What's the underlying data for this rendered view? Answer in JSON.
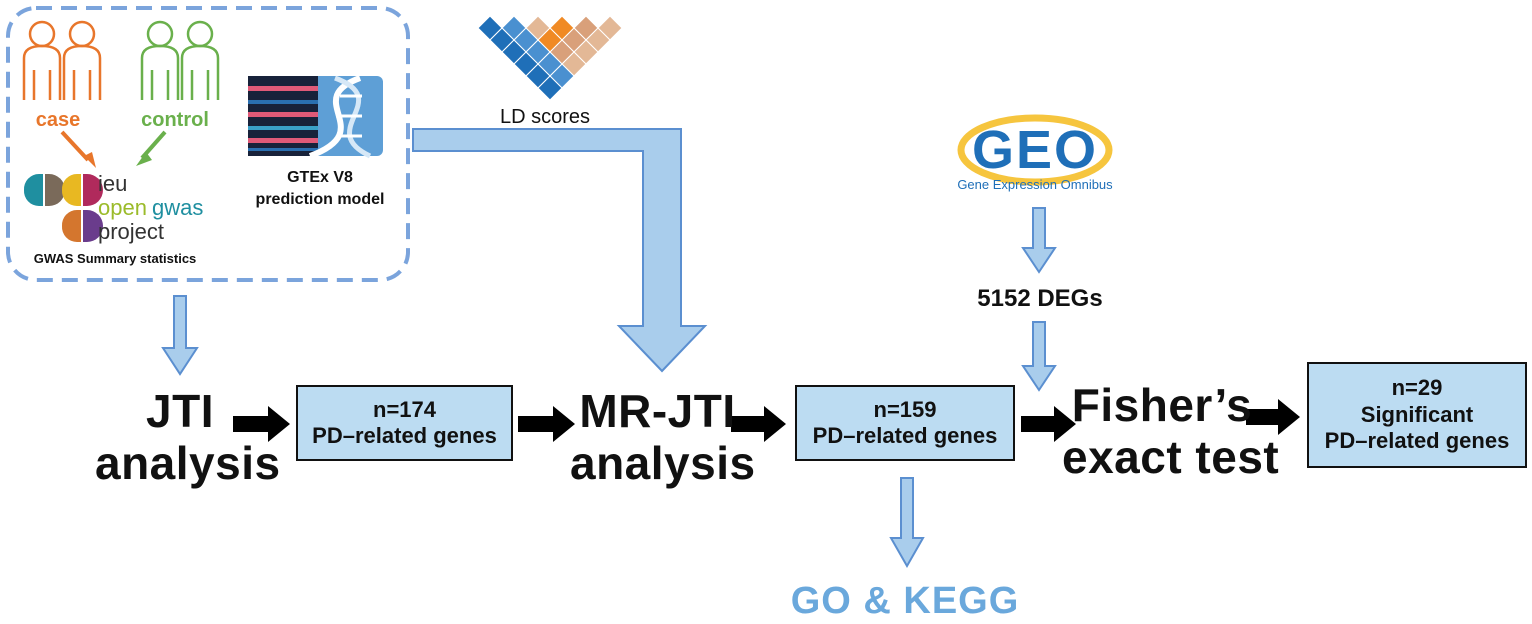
{
  "gwas_panel": {
    "case_label": "case",
    "control_label": "control",
    "ieu_logo_text": [
      "ieu",
      "open",
      "gwas",
      "project"
    ],
    "caption": "GWAS Summary statistics",
    "gtex_label": [
      "GTEx V8",
      "prediction model"
    ]
  },
  "ld": {
    "label": "LD scores"
  },
  "geo": {
    "logo_text": "GEO",
    "subtitle": "Gene Expression Omnibus"
  },
  "degs": {
    "label": "5152 DEGs"
  },
  "steps": {
    "jti": [
      "JTI",
      "analysis"
    ],
    "mrjti": [
      "MR-JTI",
      "analysis"
    ],
    "fisher": [
      "Fisher’s",
      "exact test"
    ]
  },
  "boxes": {
    "b1": [
      "n=174",
      "PD–related genes"
    ],
    "b2": [
      "n=159",
      "PD–related genes"
    ],
    "b3": [
      "n=29",
      "Significant",
      "PD–related genes"
    ]
  },
  "enrichment": {
    "label": "GO & KEGG"
  },
  "colors": {
    "case": "#e8762b",
    "control": "#6ab04c",
    "arrow_fill": "#a9cdec",
    "arrow_stroke": "#5b8fd0",
    "box_fill": "#bcdcf2",
    "dash_border": "#7ba4dc",
    "go_kegg": "#6aa8dc",
    "geo_blue": "#1f6fb8",
    "geo_yellow": "#f6c53e"
  }
}
